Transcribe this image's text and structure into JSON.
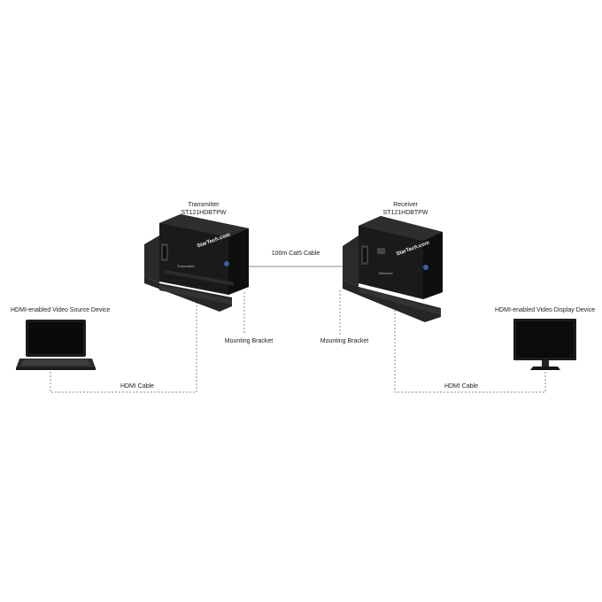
{
  "transmitter": {
    "title": "Transmitter",
    "model": "ST121HDBTPW",
    "brand": "StarTech.com",
    "panel_text": "Transmitter"
  },
  "receiver": {
    "title": "Receiver",
    "model": "ST121HDBTPW",
    "brand": "StarTech.com",
    "panel_text": "Receiver"
  },
  "labels": {
    "cat5_cable": "100m Cat5 Cable",
    "source_device": "HDMI-enabled Video Source Device",
    "display_device": "HDMI-enabled Video Display Device",
    "hdmi_cable_left": "HDMI Cable",
    "hdmi_cable_right": "HDMI Cable",
    "bracket_left": "Mounting Bracket",
    "bracket_right": "Mounting Bracket"
  },
  "colors": {
    "device_body": "#1a1a1a",
    "device_edge": "#3a3a3a",
    "line": "#888888",
    "text": "#222222"
  }
}
